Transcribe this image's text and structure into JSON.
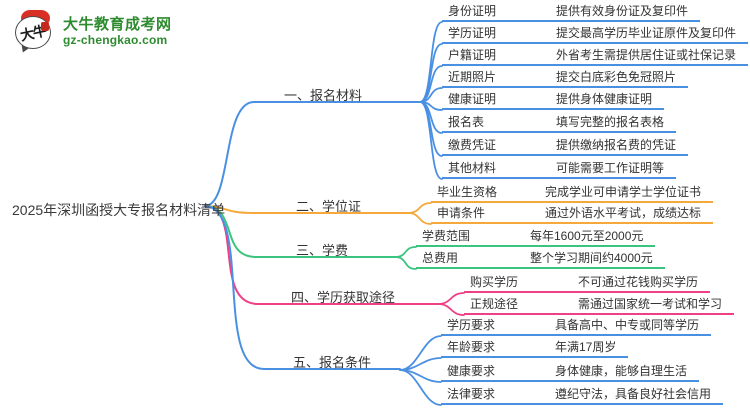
{
  "logo": {
    "name": "大牛教育成考网",
    "domain": "gz-chengkao.com",
    "icon_text": "大牛",
    "brand_color": "#2e8b2f",
    "seal_color": "#d93025"
  },
  "title": "2025年深圳函授大专报名材料清单",
  "colors": {
    "branch_blue": "#4a90e2",
    "branch_orange": "#f5a93b",
    "branch_green": "#3ac57e",
    "branch_pink": "#ef3f86",
    "text": "#333333"
  },
  "branches": [
    {
      "label": "一、报名材料",
      "color": "#4a90e2",
      "rows": [
        {
          "label": "身份证明",
          "desc": "提供有效身份证及复印件"
        },
        {
          "label": "学历证明",
          "desc": "提交最高学历毕业证原件及复印件"
        },
        {
          "label": "户籍证明",
          "desc": "外省考生需提供居住证或社保记录"
        },
        {
          "label": "近期照片",
          "desc": "提交白底彩色免冠照片"
        },
        {
          "label": "健康证明",
          "desc": "提供身体健康证明"
        },
        {
          "label": "报名表",
          "desc": "填写完整的报名表格"
        },
        {
          "label": "缴费凭证",
          "desc": "提供缴纳报名费的凭证"
        },
        {
          "label": "其他材料",
          "desc": "可能需要工作证明等"
        }
      ]
    },
    {
      "label": "二、学位证",
      "color": "#f5a93b",
      "rows": [
        {
          "label": "毕业生资格",
          "desc": "完成学业可申请学士学位证书"
        },
        {
          "label": "申请条件",
          "desc": "通过外语水平考试，成绩达标"
        }
      ]
    },
    {
      "label": "三、学费",
      "color": "#3ac57e",
      "rows": [
        {
          "label": "学费范围",
          "desc": "每年1600元至2000元"
        },
        {
          "label": "总费用",
          "desc": "整个学习期间约4000元"
        }
      ]
    },
    {
      "label": "四、学历获取途径",
      "color": "#ef3f86",
      "rows": [
        {
          "label": "购买学历",
          "desc": "不可通过花钱购买学历"
        },
        {
          "label": "正规途径",
          "desc": "需通过国家统一考试和学习"
        }
      ]
    },
    {
      "label": "五、报名条件",
      "color": "#4a90e2",
      "rows": [
        {
          "label": "学历要求",
          "desc": "具备高中、中专或同等学历"
        },
        {
          "label": "年龄要求",
          "desc": "年满17周岁"
        },
        {
          "label": "健康要求",
          "desc": "身体健康，能够自理生活"
        },
        {
          "label": "法律要求",
          "desc": "遵纪守法，具备良好社会信用"
        }
      ]
    }
  ]
}
